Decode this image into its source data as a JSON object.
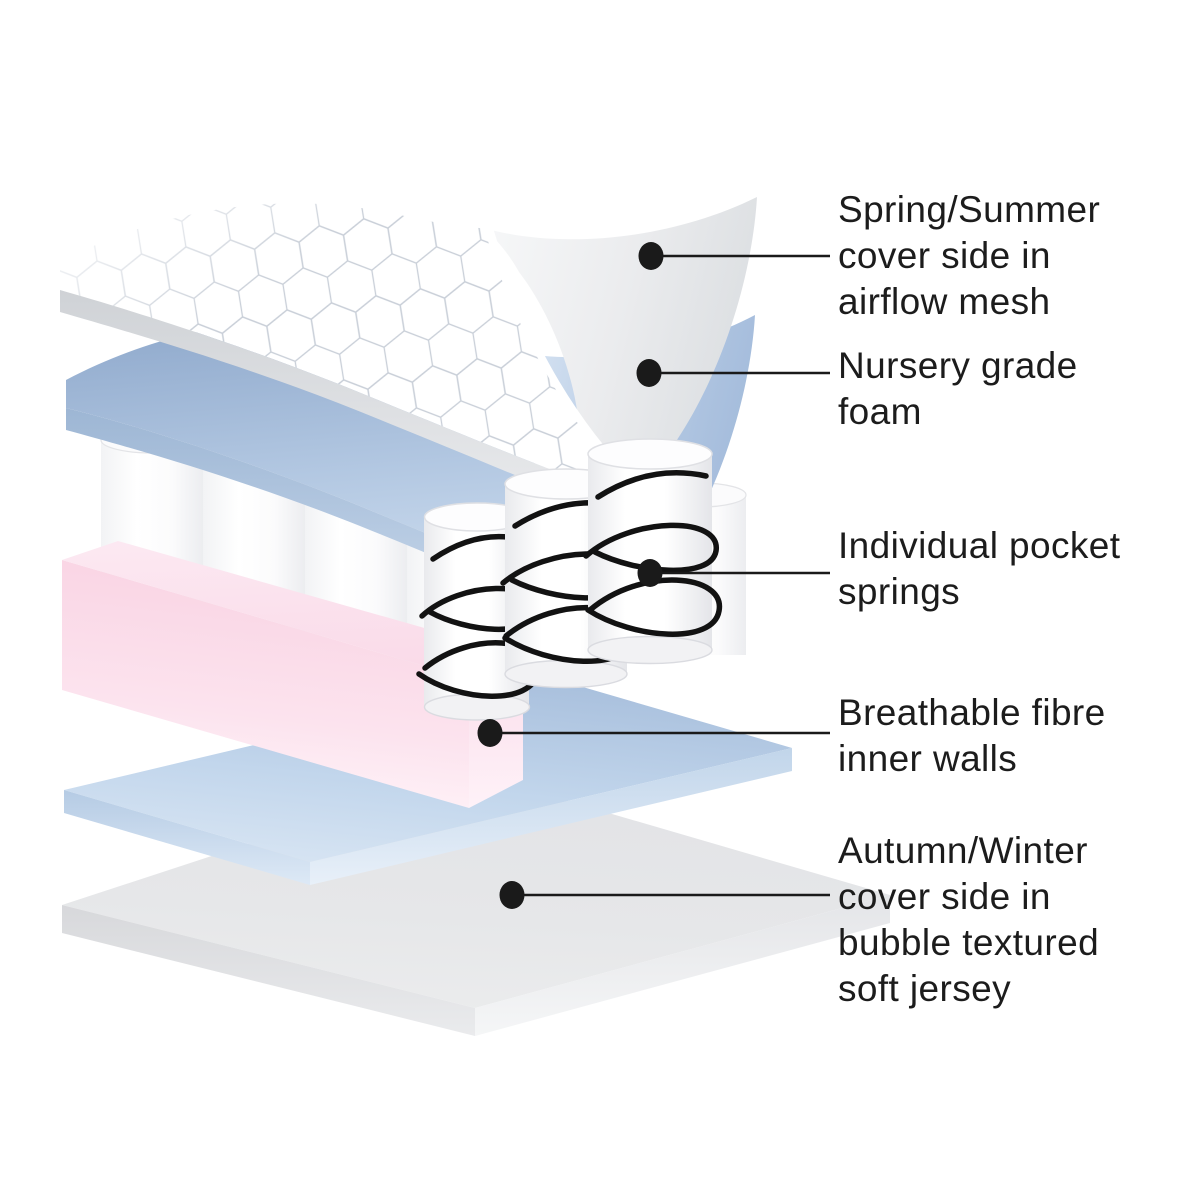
{
  "ink": "#1a1a1a",
  "background": "#ffffff",
  "palette": {
    "mesh_cover_white": "#f4f5f6",
    "mesh_line_gray": "#c9cfd8",
    "foam_blue": "#aec4e0",
    "spring_white": "#ffffff",
    "coil_black": "#121212",
    "fibre_wall_pink": "#fbd9e8",
    "base_pad_blue": "#c2d6ec",
    "jersey_cover_gray": "#e5e6e8"
  },
  "callouts": [
    {
      "id": "spring-summer-cover",
      "lines": [
        "Spring/Summer",
        "cover side in",
        "airflow mesh"
      ]
    },
    {
      "id": "nursery-foam",
      "lines": [
        "Nursery grade",
        "foam"
      ]
    },
    {
      "id": "pocket-springs",
      "lines": [
        "Individual pocket",
        "springs"
      ]
    },
    {
      "id": "fibre-inner-walls",
      "lines": [
        "Breathable fibre",
        "inner walls"
      ]
    },
    {
      "id": "autumn-winter-cover",
      "lines": [
        "Autumn/Winter",
        "cover side in",
        "bubble textured",
        "soft jersey"
      ]
    }
  ]
}
